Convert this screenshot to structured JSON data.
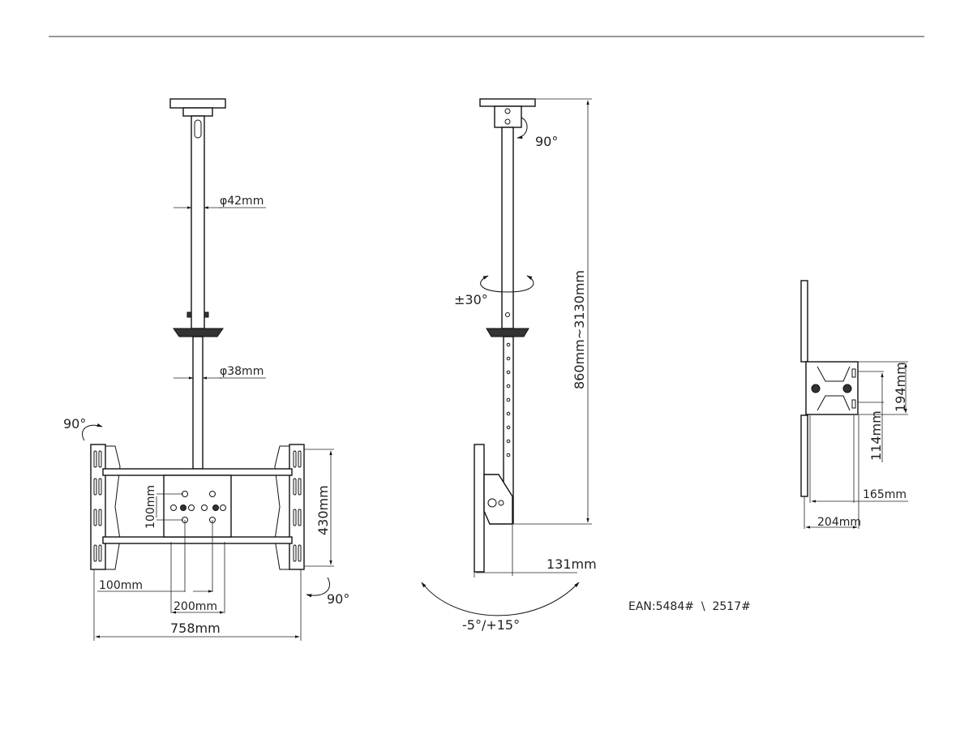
{
  "front_view": {
    "pole_upper_diameter": "φ42mm",
    "pole_lower_diameter": "φ38mm",
    "rotate_top_left": "90°",
    "rotate_bottom_right": "90°",
    "vesa_vertical": "100mm",
    "bracket_height": "430mm",
    "vesa_horizontal_small": "100mm",
    "vesa_horizontal_large": "200mm",
    "bracket_width": "758mm"
  },
  "side_view": {
    "rotate_top": "90°",
    "swivel": "±30°",
    "height_range": "860mm~3130mm",
    "depth": "131mm",
    "tilt": "-5°/+15°"
  },
  "detail_view": {
    "plate_height": "194mm",
    "hole_spacing": "114mm",
    "inner_width": "165mm",
    "outer_width": "204mm"
  },
  "product_codes": "EAN:5484#  \\  2517#"
}
